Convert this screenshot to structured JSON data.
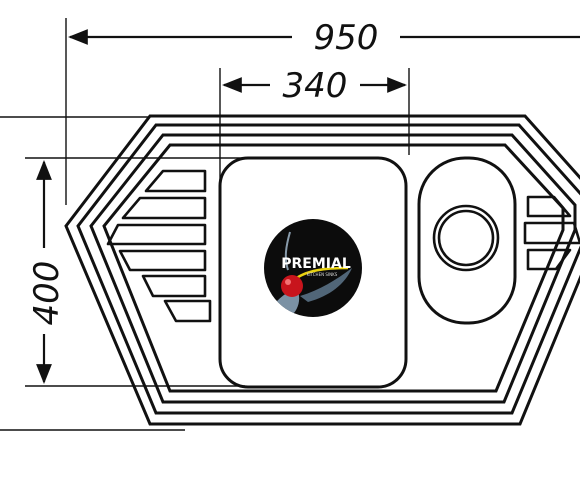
{
  "dimensions": {
    "overall_width": "950",
    "bowl_width": "340",
    "depth": "400"
  },
  "logo": {
    "text": "PREMIAL",
    "subtext": "KITCHEN SINKS"
  },
  "colors": {
    "line": "#111111",
    "background": "#ffffff",
    "logo_bg": "#0c0c0c",
    "cherry": "#c8141c",
    "stem": "#e8d210"
  }
}
